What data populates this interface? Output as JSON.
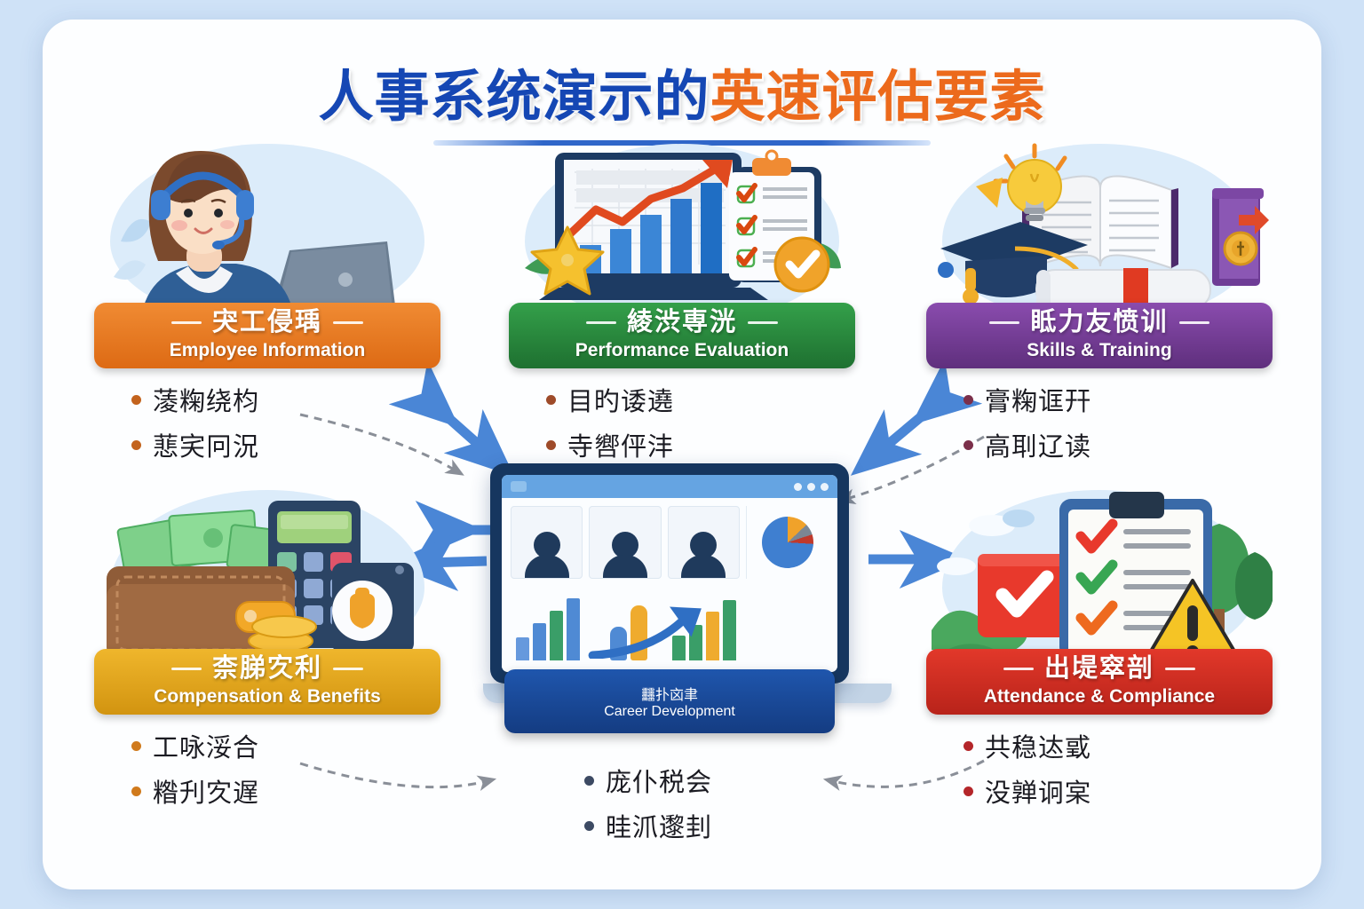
{
  "title": {
    "part_blue": "人事系统演示的",
    "part_orange": "英速评估要素",
    "accent_blue": "#1547b4",
    "accent_orange": "#ec6a1c"
  },
  "canvas": {
    "background": "#cfe2f7",
    "card_background": "#fdfeff"
  },
  "cards": [
    {
      "id": "employee-information",
      "cn": "宊工侵瑀",
      "en": "Employee Information",
      "color": "#ef7c22",
      "color_dark": "#d9630e",
      "dot": "#c3631d",
      "bullets": [
        "蓤粷绕枃",
        "蕜宎冋況"
      ],
      "illustration": "call-center-agent"
    },
    {
      "id": "performance-evaluation",
      "cn": "綾渋専洸",
      "en": "Performance Evaluation",
      "color": "#2c8c3e",
      "color_dark": "#1e7030",
      "dot": "#9e4b2a",
      "bullets": [
        "目旳诿遶",
        "寺㗽伻沣"
      ],
      "illustration": "laptop-growth-chart"
    },
    {
      "id": "skills-training",
      "cn": "眡力友愤训",
      "en": "Skills & Training",
      "color": "#7b3f9e",
      "color_dark": "#5f2f7d",
      "dot": "#7b2f4a",
      "bullets": [
        "膏粷诓幵",
        "高刵辽读"
      ],
      "illustration": "graduation-book-bulb"
    },
    {
      "id": "compensation-benefits",
      "cn": "柰䏲㝌利",
      "en": "Compensation & Benefits",
      "color": "#e8a91e",
      "color_dark": "#c98d0d",
      "dot": "#d07a1c",
      "bullets": [
        "工咏浽合",
        "糌刋㝌遅"
      ],
      "illustration": "wallet-calculator-coins"
    },
    {
      "id": "attendance-compliance",
      "cn": "出㔭窣剖",
      "en": "Attendance & Compliance",
      "color": "#d93025",
      "color_dark": "#b8231a",
      "dot": "#b4262a",
      "bullets": [
        "共稳迏戜",
        "没亸诇宲"
      ],
      "illustration": "clipboard-checks-warning"
    }
  ],
  "center": {
    "id": "career-development",
    "cn": "䨻扑㐫聿",
    "en": "Career Development",
    "color": "#1f56ad",
    "dot": "#3c4a63",
    "bullets": [
      "庞仆税会",
      "晆沠邌刲"
    ],
    "illustration": "hr-dashboard-laptop",
    "dashboard": {
      "window_dots": 3,
      "avatars": 3,
      "pie_slices": [
        {
          "color": "#3f7fd0",
          "pct": 74
        },
        {
          "color": "#f0a22a",
          "pct": 13
        },
        {
          "color": "#7b8794",
          "pct": 7
        },
        {
          "color": "#c0392b",
          "pct": 6
        }
      ],
      "left_bars": [
        {
          "color": "#6699dd",
          "height": 26
        },
        {
          "color": "#4f8ad4",
          "height": 42
        },
        {
          "color": "#3a9e68",
          "height": 56
        },
        {
          "color": "#4f8ad4",
          "height": 70
        }
      ],
      "right_bars": [
        {
          "color": "#3a9e68",
          "height": 28
        },
        {
          "color": "#3a9e68",
          "height": 40
        },
        {
          "color": "#efab2e",
          "height": 55
        },
        {
          "color": "#3a9e68",
          "height": 68
        }
      ]
    }
  },
  "performance_chart": {
    "type": "bar",
    "bars": [
      22,
      40,
      56,
      74,
      92
    ],
    "bar_color": "#3b86d6",
    "trend_color": "#e04a1f",
    "checkmarks": 3,
    "checkmark_color": "#4caf50"
  },
  "arrows": {
    "solid_color": "#4a86d6",
    "dashed_color": "#8a8f98"
  }
}
